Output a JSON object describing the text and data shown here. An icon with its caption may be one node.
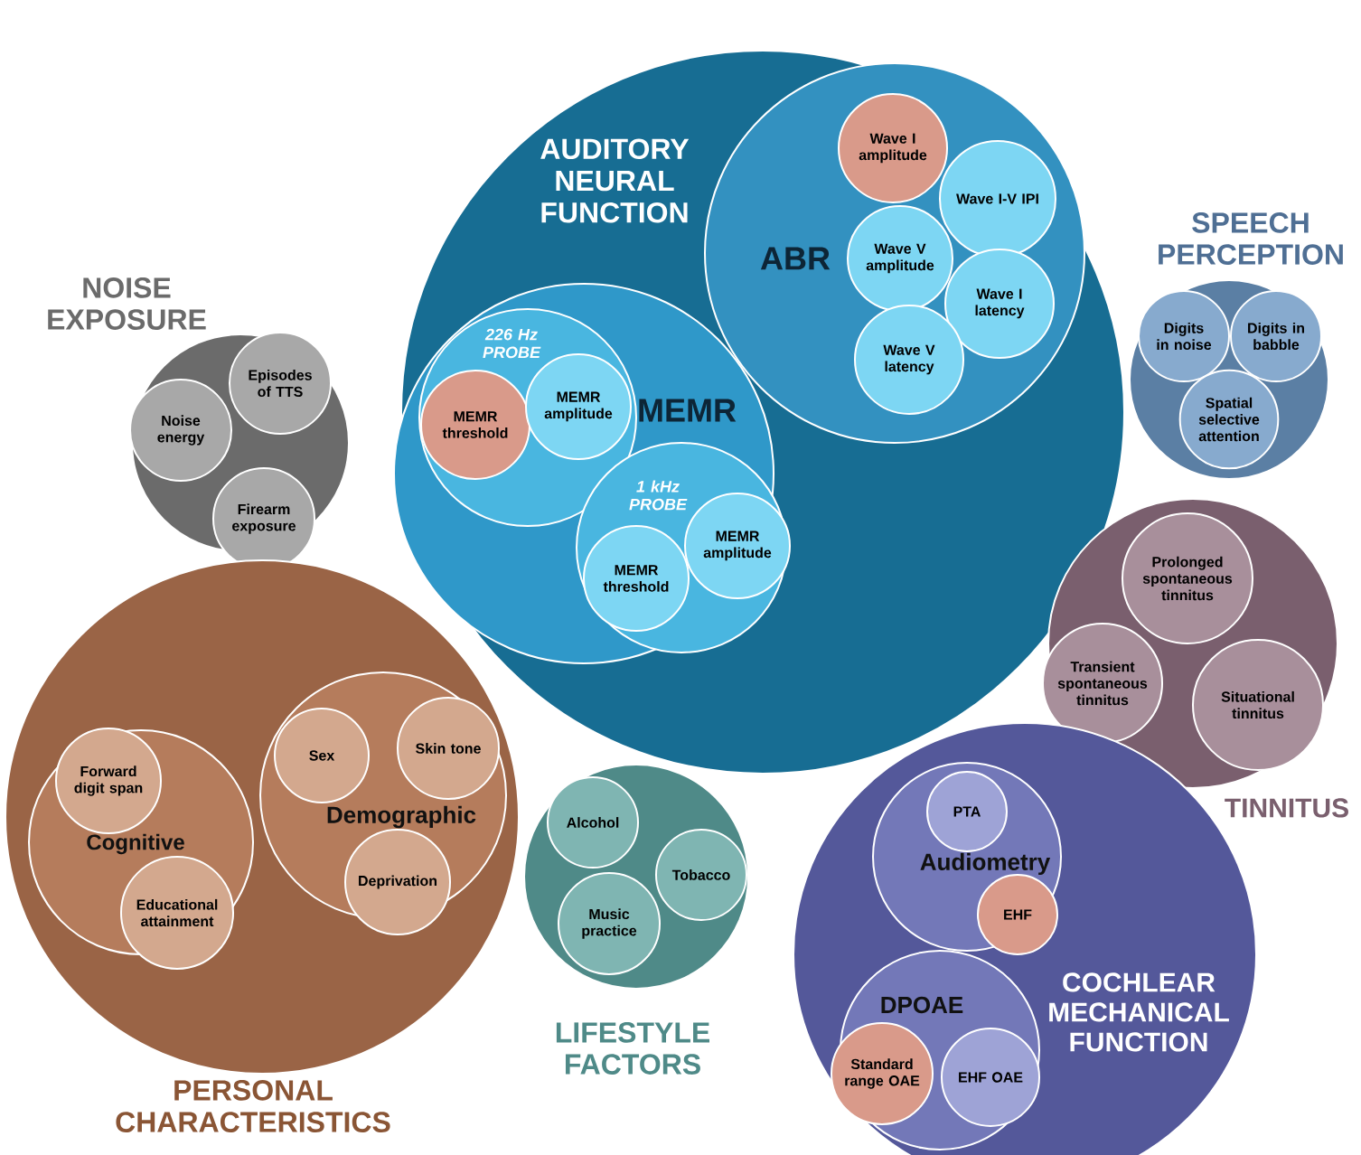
{
  "diagram": {
    "nodes": [
      {
        "text": [
          "AUDITORY NEURAL FUNCTION"
        ]
      },
      {
        "text": [
          "ABR"
        ],
        "in": 0
      },
      {
        "text": [
          "Wave I amplitude"
        ],
        "in": 1
      },
      {
        "text": [
          "Wave I-V IPI"
        ],
        "in": 1
      },
      {
        "text": [
          "Wave V amplitude"
        ],
        "in": 1
      },
      {
        "text": [
          "Wave I latency"
        ],
        "in": 1
      },
      {
        "text": [
          "Wave V latency"
        ],
        "in": 1
      },
      {
        "text": [
          "MEMR"
        ],
        "in": 0
      },
      {
        "text": [
          "226 Hz PROBE"
        ],
        "in": 7
      },
      {
        "text": [
          "MEMR threshold"
        ],
        "in": 8
      },
      {
        "text": [
          "MEMR amplitude"
        ],
        "in": 8
      },
      {
        "text": [
          "1 kHz PROBE"
        ],
        "in": 7
      },
      {
        "text": [
          "MEMR threshold"
        ],
        "in": 11
      },
      {
        "text": [
          "MEMR amplitude"
        ],
        "in": 11
      },
      {
        "text": [
          "SPEECH PERCEPTION"
        ]
      },
      {
        "text": [
          "Digits in noise"
        ],
        "in": 14
      },
      {
        "text": [
          "Digits in babble"
        ],
        "in": 14
      },
      {
        "text": [
          "Spatial selective attention"
        ],
        "in": 14
      },
      {
        "text": [
          "NOISE EXPOSURE"
        ]
      },
      {
        "text": [
          "Noise energy"
        ],
        "in": 18
      },
      {
        "text": [
          "Episodes of TTS"
        ],
        "in": 18
      },
      {
        "text": [
          "Firearm exposure"
        ],
        "in": 18
      },
      {
        "text": [
          "TINNITUS"
        ]
      },
      {
        "text": [
          "Prolonged spontaneous tinnitus"
        ],
        "in": 22
      },
      {
        "text": [
          "Transient spontaneous tinnitus"
        ],
        "in": 22
      },
      {
        "text": [
          "Situational tinnitus"
        ],
        "in": 22
      },
      {
        "text": [
          "PERSONAL CHARACTERISTICS"
        ]
      },
      {
        "text": [
          "Cognitive"
        ],
        "in": 26
      },
      {
        "text": [
          "Forward digit span"
        ],
        "in": 27
      },
      {
        "text": [
          "Educational attainment"
        ],
        "in": 27
      },
      {
        "text": [
          "Demographic"
        ],
        "in": 26
      },
      {
        "text": [
          "Sex"
        ],
        "in": 30
      },
      {
        "text": [
          "Skin tone"
        ],
        "in": 30
      },
      {
        "text": [
          "Deprivation"
        ],
        "in": 30
      },
      {
        "text": [
          "LIFESTYLE FACTORS"
        ]
      },
      {
        "text": [
          "Alcohol"
        ],
        "in": 34
      },
      {
        "text": [
          "Tobacco"
        ],
        "in": 34
      },
      {
        "text": [
          "Music practice"
        ],
        "in": 34
      },
      {
        "text": [
          "COCHLEAR MECHANICAL FUNCTION"
        ]
      },
      {
        "text": [
          "Audiometry"
        ],
        "in": 38
      },
      {
        "text": [
          "PTA"
        ],
        "in": 39
      },
      {
        "text": [
          "EHF"
        ],
        "in": 39
      },
      {
        "text": [
          "DPOAE"
        ],
        "in": 38
      },
      {
        "text": [
          "Standard range OAE"
        ],
        "in": 42
      },
      {
        "text": [
          "EHF OAE"
        ],
        "in": 42
      }
    ]
  }
}
